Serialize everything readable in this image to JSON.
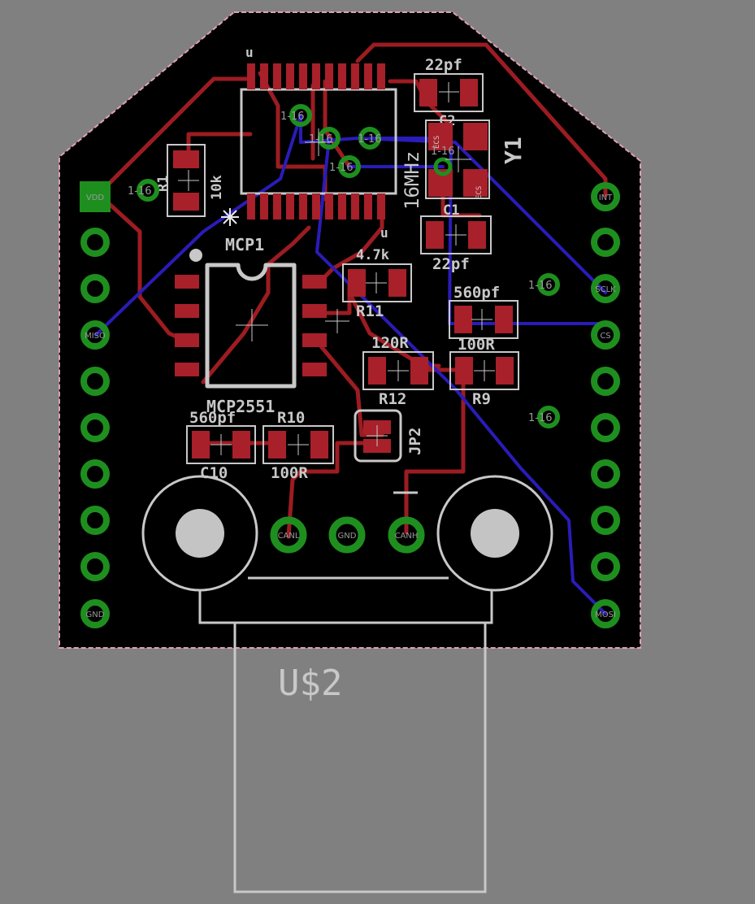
{
  "board": {
    "outline_color": "#e0a0b0",
    "board_color": "#000000",
    "top_copper": "#9c1c22",
    "bottom_copper": "#2a1cb8",
    "pad_color": "#a8202a",
    "via_color": "#1e8f1e",
    "silk_color": "#c8c8c8"
  },
  "labels": {
    "mcp1": "MCP1",
    "mcp2551": "MCP2551",
    "u1": "u",
    "u2": "u",
    "r1": "R1",
    "r1_val": "10k",
    "y1": "Y1",
    "y1_val": "16MHz",
    "c2": "C2",
    "c1": "C1",
    "c2_val": "22pf",
    "c1_val": "22pf",
    "r11_val": "4.7k",
    "r11": "R11",
    "c9_val": "560pf",
    "r12_val": "120R",
    "r12": "R12",
    "r9_val": "100R",
    "r9": "R9",
    "c10_val": "560pf",
    "r10": "R10",
    "c10": "C10",
    "r10_val": "100R",
    "jp2": "JP2",
    "us2": "U$2",
    "y1_pad_a": "ECS",
    "y1_pad_b": "ECS"
  },
  "left_header": {
    "pin1": "VDD",
    "pin2": "",
    "pin3": "",
    "pin4": "MISO",
    "pin5": "",
    "pin6": "",
    "pin7": "",
    "pin8": "",
    "pin9": "",
    "pin10": "GND"
  },
  "right_header": {
    "pin1": "INT",
    "pin2": "",
    "pin3": "SCLK",
    "pin4": "CS",
    "pin5": "",
    "pin6": "",
    "pin7": "",
    "pin8": "",
    "pin9": "",
    "pin10": "MOSI"
  },
  "connector": {
    "canl": "CANL",
    "gnd": "GND",
    "canh": "CANH"
  },
  "vias": {
    "v1": "1-16",
    "v2": "1-16",
    "v3": "1-16",
    "v4": "1-16",
    "v5": "1-16",
    "v6": "1-16",
    "v7": "1-16",
    "v8": "1-16"
  }
}
